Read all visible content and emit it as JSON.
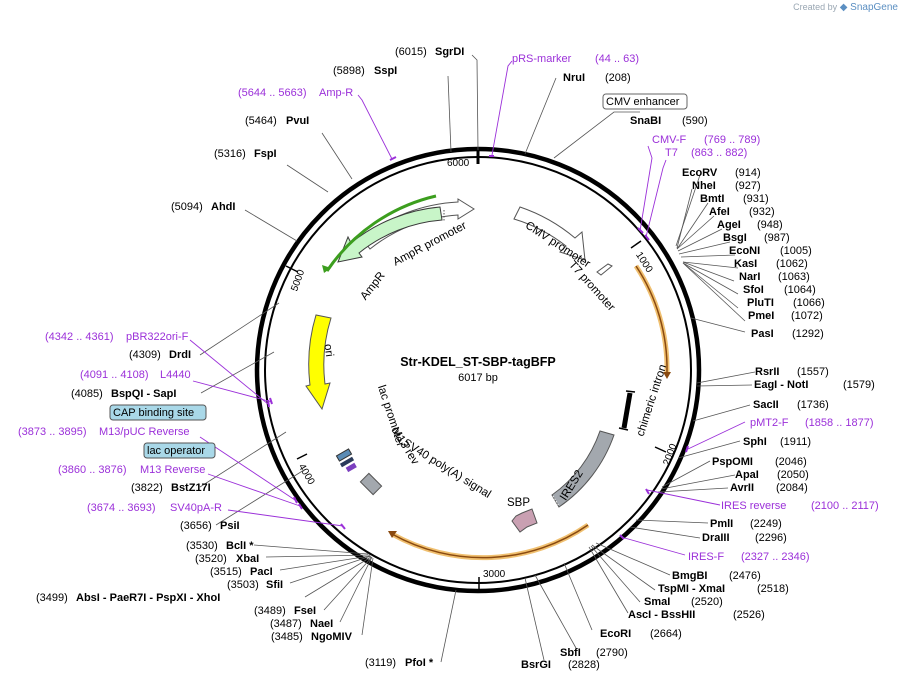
{
  "brand": {
    "created_by": "Created by",
    "app": "SnapGene"
  },
  "plasmid": {
    "name": "Str-KDEL_ST-SBP-tagBFP",
    "length": "6017 bp"
  },
  "ticks": [
    "1000",
    "2000",
    "3000",
    "4000",
    "5000",
    "6000"
  ],
  "sites": [
    {
      "pos": "(6015)",
      "name": "SgrDI"
    },
    {
      "pos": "(5898)",
      "name": "SspI"
    },
    {
      "pos": "(5464)",
      "name": "PvuI"
    },
    {
      "pos": "(5316)",
      "name": "FspI"
    },
    {
      "pos": "(5094)",
      "name": "AhdI"
    },
    {
      "pos": "(208)",
      "name": "NruI"
    },
    {
      "pos": "(590)",
      "name": "SnaBI"
    },
    {
      "pos": "(914)",
      "name": "EcoRV"
    },
    {
      "pos": "(927)",
      "name": "NheI"
    },
    {
      "pos": "(931)",
      "name": "BmtI"
    },
    {
      "pos": "(932)",
      "name": "AfeI"
    },
    {
      "pos": "(948)",
      "name": "AgeI"
    },
    {
      "pos": "(987)",
      "name": "BsgI"
    },
    {
      "pos": "(1005)",
      "name": "EcoNI"
    },
    {
      "pos": "(1062)",
      "name": "KasI"
    },
    {
      "pos": "(1063)",
      "name": "NarI"
    },
    {
      "pos": "(1064)",
      "name": "SfoI"
    },
    {
      "pos": "(1066)",
      "name": "PluTI"
    },
    {
      "pos": "(1072)",
      "name": "PmeI"
    },
    {
      "pos": "(1292)",
      "name": "PasI"
    },
    {
      "pos": "(1557)",
      "name": "RsrII"
    },
    {
      "pos": "(1579)",
      "name": "EagI - NotI"
    },
    {
      "pos": "(1736)",
      "name": "SacII"
    },
    {
      "pos": "(1911)",
      "name": "SphI"
    },
    {
      "pos": "(2046)",
      "name": "PspOMI"
    },
    {
      "pos": "(2050)",
      "name": "ApaI"
    },
    {
      "pos": "(2084)",
      "name": "AvrII"
    },
    {
      "pos": "(2249)",
      "name": "PmlI"
    },
    {
      "pos": "(2296)",
      "name": "DraIII"
    },
    {
      "pos": "(2476)",
      "name": "BmgBI"
    },
    {
      "pos": "(2518)",
      "name": "TspMI - XmaI"
    },
    {
      "pos": "(2520)",
      "name": "SmaI"
    },
    {
      "pos": "(2526)",
      "name": "AscI - BssHII"
    },
    {
      "pos": "(2664)",
      "name": "EcoRI"
    },
    {
      "pos": "(2790)",
      "name": "SbfI"
    },
    {
      "pos": "(2828)",
      "name": "BsrGI"
    },
    {
      "pos": "(3119)",
      "name": "PfoI *"
    },
    {
      "pos": "(4309)",
      "name": "DrdI"
    },
    {
      "pos": "(4085)",
      "name": "BspQI - SapI"
    },
    {
      "pos": "(3822)",
      "name": "BstZ17I"
    },
    {
      "pos": "(3656)",
      "name": "PsiI"
    },
    {
      "pos": "(3530)",
      "name": "BclI *"
    },
    {
      "pos": "(3520)",
      "name": "XbaI"
    },
    {
      "pos": "(3515)",
      "name": "PacI"
    },
    {
      "pos": "(3503)",
      "name": "SfiI"
    },
    {
      "pos": "(3499)",
      "name": "AbsI - PaeR7I - PspXI - XhoI"
    },
    {
      "pos": "(3489)",
      "name": "FseI"
    },
    {
      "pos": "(3487)",
      "name": "NaeI"
    },
    {
      "pos": "(3485)",
      "name": "NgoMIV"
    }
  ],
  "primers": [
    {
      "name": "pRS-marker",
      "range": "(44 .. 63)"
    },
    {
      "name": "Amp-R",
      "range": "(5644 .. 5663)"
    },
    {
      "name": "CMV-F",
      "range": "(769 .. 789)"
    },
    {
      "name": "T7",
      "range": "(863 .. 882)"
    },
    {
      "name": "pMT2-F",
      "range": "(1858 .. 1877)"
    },
    {
      "name": "IRES reverse",
      "range": "(2100 .. 2117)"
    },
    {
      "name": "IRES-F",
      "range": "(2327 .. 2346)"
    },
    {
      "name": "pBR322ori-F",
      "range": "(4342 .. 4361)"
    },
    {
      "name": "L4440",
      "range": "(4091 .. 4108)"
    },
    {
      "name": "M13/pUC Reverse",
      "range": "(3873 .. 3895)"
    },
    {
      "name": "M13 Reverse",
      "range": "(3860 .. 3876)"
    },
    {
      "name": "SV40pA-R",
      "range": "(3674 .. 3693)"
    }
  ],
  "boxed_features": [
    "CMV enhancer",
    "CAP binding site",
    "lac operator"
  ],
  "features": [
    "AmpR promoter",
    "AmpR",
    "CMV promoter",
    "T7 promoter",
    "ori",
    "lac promoter",
    "M13 rev",
    "SV40 poly(A) signal",
    "chimeric intron",
    "IRES2",
    "SBP"
  ],
  "colors": {
    "primer": "#9b30d9",
    "ampr": "#c8f5c8",
    "ori": "#ffff00",
    "grey": "#a3a8ae",
    "sbp": "#c9a0b2",
    "box_blue": "#a9d8e8"
  }
}
